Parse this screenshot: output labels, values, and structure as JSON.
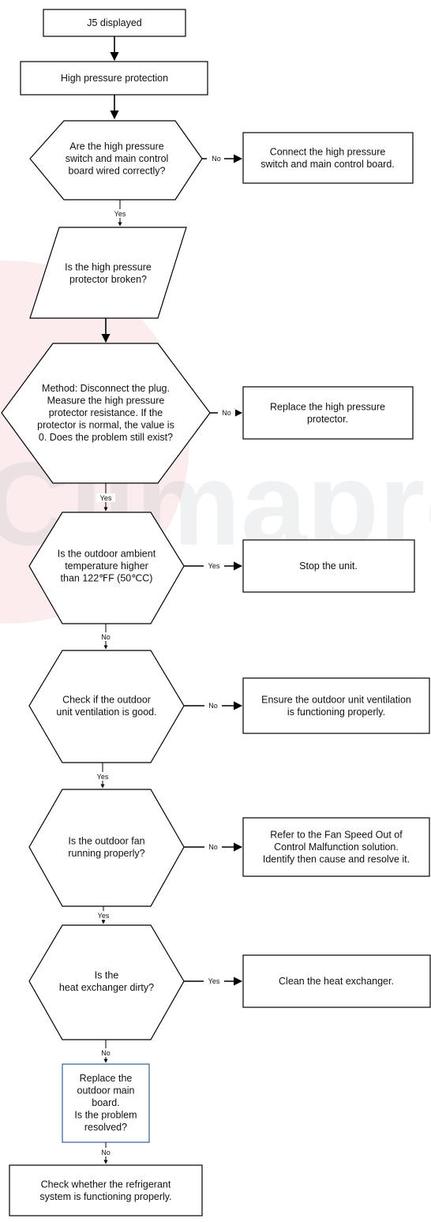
{
  "watermark": {
    "text": "Climaproye",
    "colors": {
      "red": "#d83a3a",
      "blue": "#3f5fae"
    }
  },
  "nodes": {
    "j5": {
      "lines": [
        "J5 displayed"
      ]
    },
    "hpp": {
      "lines": [
        "High pressure protection"
      ]
    },
    "d1": {
      "lines": [
        "Are the high pressure",
        "switch and main control",
        "board wired correctly?"
      ]
    },
    "a1": {
      "lines": [
        "Connect the high pressure",
        "switch and main control board."
      ]
    },
    "p1": {
      "lines": [
        "Is the high pressure",
        "protector broken?"
      ]
    },
    "d2": {
      "lines": [
        "Method: Disconnect the plug.",
        "Measure the high pressure",
        "protector resistance. If the",
        "protector is normal, the value is",
        "0. Does the problem still exist?"
      ]
    },
    "a2": {
      "lines": [
        "Replace the high pressure",
        "protector."
      ]
    },
    "d3": {
      "lines": [
        "Is the outdoor ambient",
        "temperature higher",
        "than 122℉F (50℃C)"
      ]
    },
    "a3": {
      "lines": [
        "Stop the unit."
      ]
    },
    "d4": {
      "lines": [
        "Check if the outdoor",
        "unit ventilation is good."
      ]
    },
    "a4": {
      "lines": [
        "Ensure the outdoor unit ventilation",
        "is functioning properly."
      ]
    },
    "d5": {
      "lines": [
        "Is the outdoor fan",
        "running properly?"
      ]
    },
    "a5": {
      "lines": [
        "Refer to the Fan Speed Out of",
        "Control Malfunction solution.",
        "Identify then cause and resolve it."
      ]
    },
    "d6": {
      "lines": [
        "Is the",
        "heat exchanger dirty?"
      ]
    },
    "a6": {
      "lines": [
        "Clean the heat exchanger."
      ]
    },
    "b1": {
      "lines": [
        "Replace the",
        "outdoor main",
        "board.",
        "Is the problem",
        "resolved?"
      ]
    },
    "end": {
      "lines": [
        "Check whether the refrigerant",
        "system is functioning properly."
      ]
    }
  },
  "edges": {
    "d1_no": "No",
    "d1_yes": "Yes",
    "d2_no": "No",
    "d2_yes": "Yes",
    "d3_yes": "Yes",
    "d3_no": "No",
    "d4_no": "No",
    "d4_yes": "Yes",
    "d5_no": "No",
    "d5_yes": "Yes",
    "d6_yes": "Yes",
    "d6_no": "No",
    "b1_no": "No"
  }
}
